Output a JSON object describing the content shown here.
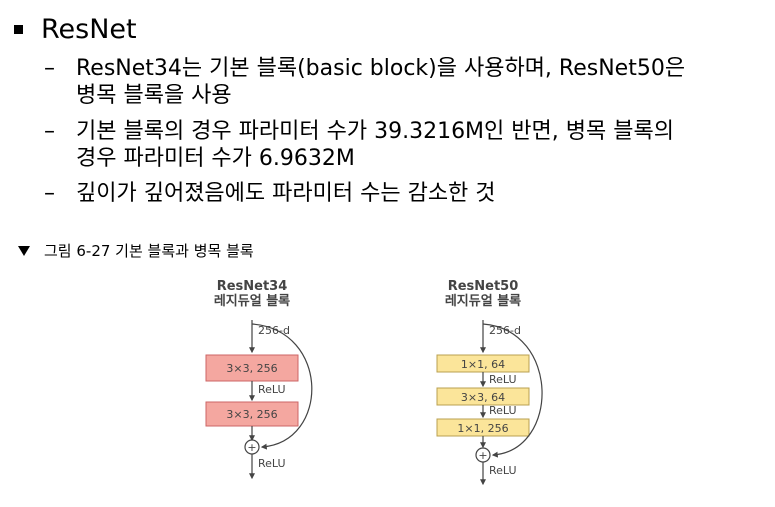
{
  "heading": "ResNet",
  "items": [
    {
      "dash": "–",
      "lines": [
        "ResNet34는 기본 블록(basic block)을 사용하며, ResNet50은",
        "병목 블록을 사용"
      ]
    },
    {
      "dash": "–",
      "lines": [
        "기본 블록의 경우 파라미터 수가 39.3216M인 반면, 병목 블록의",
        "경우 파라미터 수가 6.9632M"
      ]
    },
    {
      "dash": "–",
      "lines": [
        "깊이가 깊어졌음에도 파라미터 수는 감소한 것"
      ]
    }
  ],
  "caption": "그림 6-27 기본 블록과 병목 블록",
  "left_diagram": {
    "title1": "ResNet34",
    "title2": "레지듀얼 블록",
    "input": "256-d",
    "block1": "3×3, 256",
    "relu1": "ReLU",
    "block2": "3×3, 256",
    "plus": "+",
    "relu2": "ReLU",
    "block_color": "#f4a7a0"
  },
  "right_diagram": {
    "title1": "ResNet50",
    "title2": "레지듀얼 블록",
    "input": "256-d",
    "block1": "1×1, 64",
    "relu1": "ReLU",
    "block2": "3×3, 64",
    "relu2": "ReLU",
    "block3": "1×1, 256",
    "plus": "+",
    "relu3": "ReLU",
    "block_color": "#fbe59a"
  }
}
